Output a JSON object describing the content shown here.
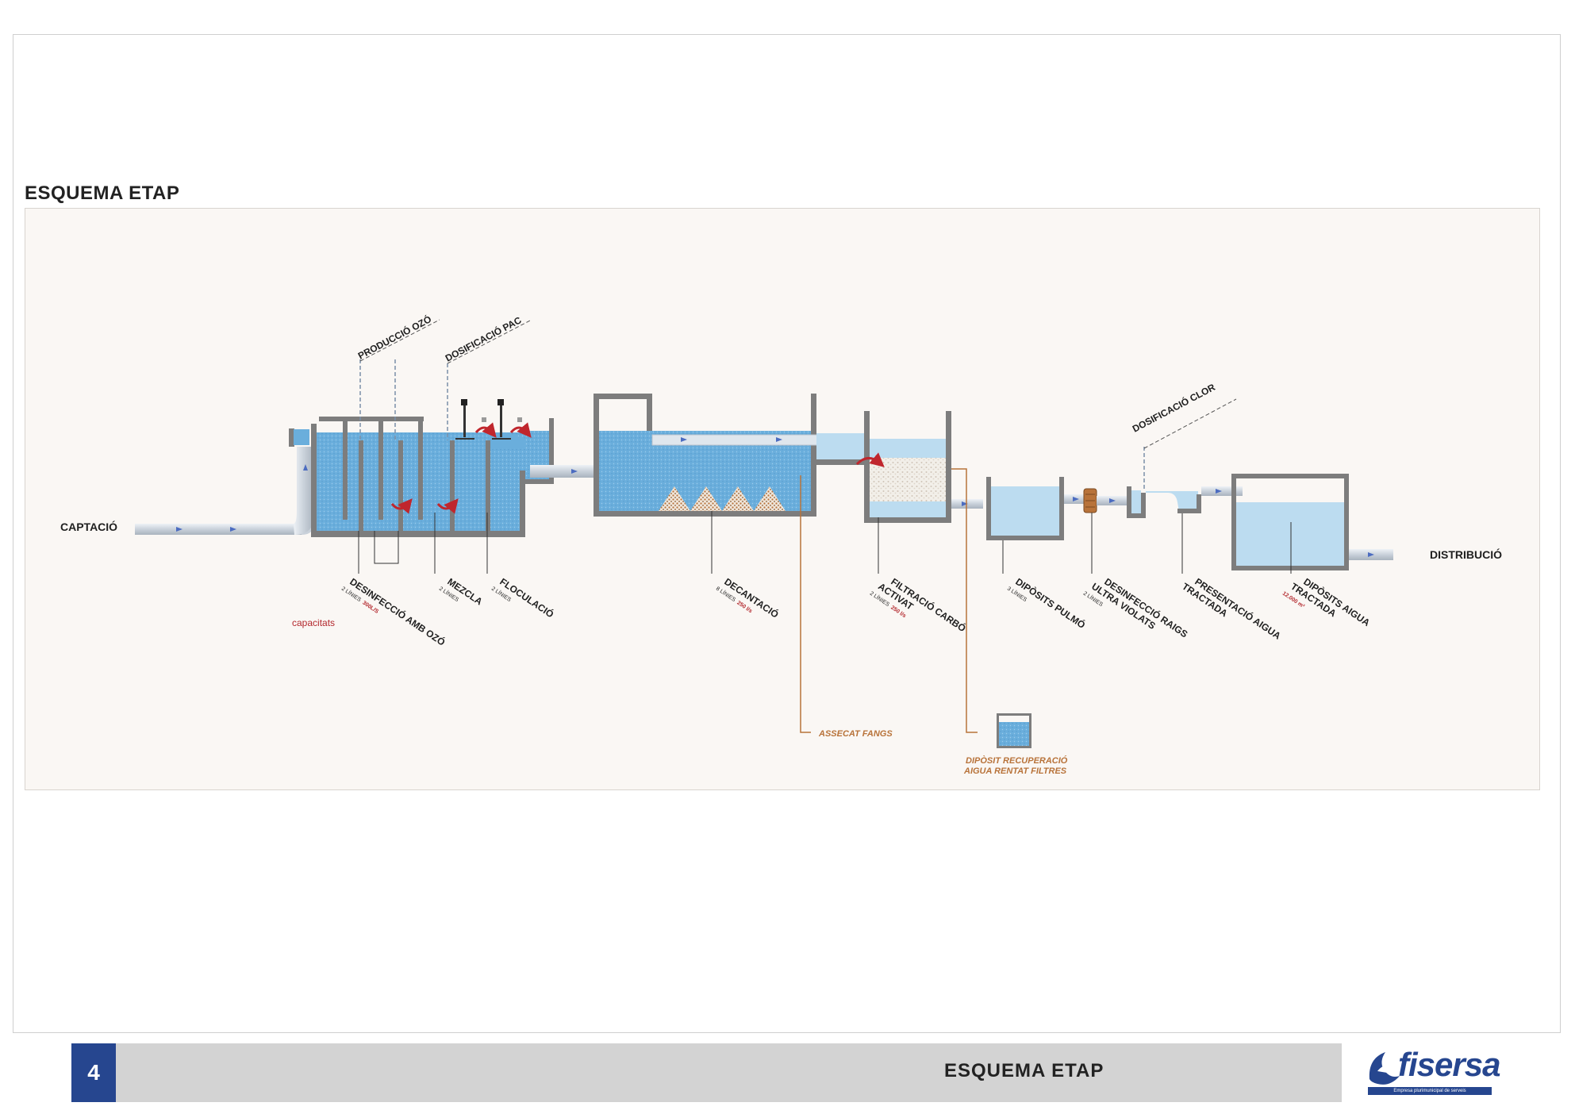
{
  "header": {
    "title": "ESQUEMA ETAP"
  },
  "footer": {
    "page_number": "4",
    "title": "ESQUEMA  ETAP"
  },
  "logo": {
    "name": "fisersa",
    "subtitle": "Empresa plurimunicipal de serveis"
  },
  "colors": {
    "water": "#6aaedc",
    "water_light": "#bcdcf0",
    "wall": "#7d7d7d",
    "pipe": "#d5dbe2",
    "arrow": "#4c6cc0",
    "flow_red": "#c0262d",
    "sludge_line": "#b8733a",
    "label": "#1f1f1f",
    "capacity": "#b3282d",
    "footer_blue": "#26468f"
  },
  "diagram": {
    "inlet": "CAPTACIÓ",
    "outlet": "DISTRIBUCIÓ",
    "top_labels": {
      "ozone": "PRODUCCIÓ OZÓ",
      "pac": "DOSIFICACIÓ PAC",
      "chlorine": "DOSIFICACIÓ CLOR"
    },
    "stages": {
      "ozone": {
        "name": "DESINFECCIÓ AMB OZÓ",
        "lines": "2 LÍNIES",
        "capacity": "300L/S"
      },
      "mix": {
        "name": "MEZCLA",
        "lines": "2 LÍNIES"
      },
      "floc": {
        "name": "FLOCULACIÓ",
        "lines": "2 LÍNIES"
      },
      "decant": {
        "name": "DECANTACIÓ",
        "lines": "8 LÍNIES",
        "capacity": "250 l/s"
      },
      "carbon": {
        "name1": "FILTRACIÓ CARBÓ",
        "name2": "ACTIVAT",
        "lines": "2 LÍNIES",
        "capacity": "250 l/s"
      },
      "pulmo": {
        "name": "DIPÒSITS PULMÓ",
        "lines": "3 LÍNIES"
      },
      "uv": {
        "name1": "DESINFECCIÓ RAIGS",
        "name2": "ULTRA VIOLATS",
        "lines": "2 LÍNIES"
      },
      "pres": {
        "name1": "PRESENTACIÓ AIGUA",
        "name2": "TRACTADA"
      },
      "store": {
        "name1": "DIPÒSITS AIGUA",
        "name2": "TRACTADA",
        "capacity": "12.000 m³"
      }
    },
    "capacitats_label": "capacitats",
    "sludge_label": "ASSECAT FANGS",
    "recovery_label1": "DIPÒSIT RECUPERACIÓ",
    "recovery_label2": "AIGUA RENTAT FILTRES"
  }
}
